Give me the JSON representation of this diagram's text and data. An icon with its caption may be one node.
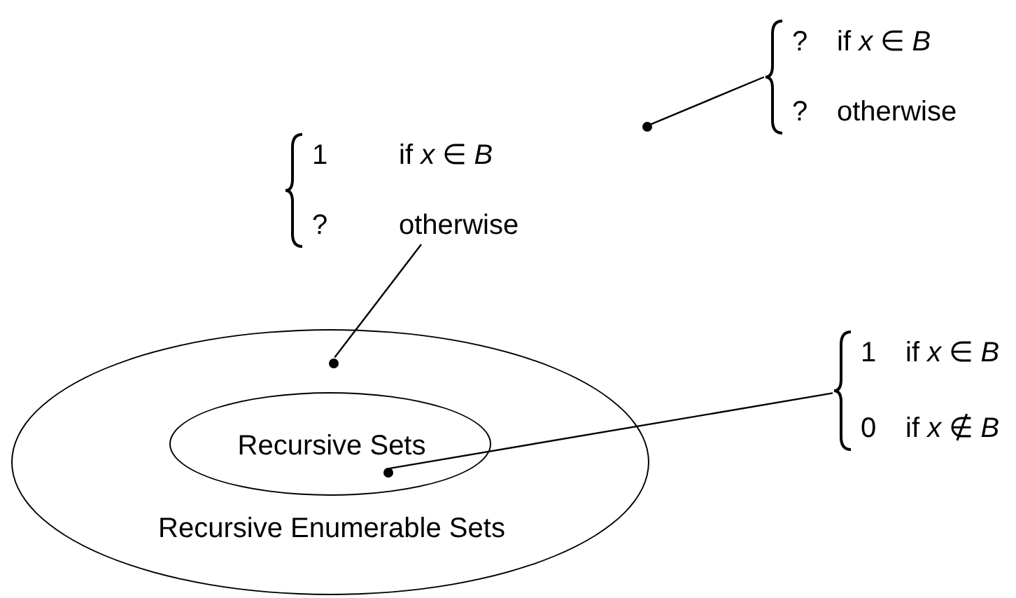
{
  "diagram": {
    "nodes": [
      {
        "text": [
          "?",
          "if *x* ∈ *B*",
          "?",
          "otherwise"
        ]
      },
      {
        "text": [],
        "shape": "circle"
      },
      {
        "text": [
          "1",
          "if *x* ∈ *B*",
          "?",
          "otherwise"
        ]
      },
      {
        "text": [
          "Recursive Enumerable Sets"
        ]
      },
      {
        "text": [],
        "shape": "circle",
        "in": 3
      },
      {
        "text": [
          "Recursive Sets"
        ],
        "in": 3
      },
      {
        "text": [],
        "shape": "circle",
        "in": 5
      },
      {
        "text": [
          "1",
          "if *x* ∈ *B*",
          "0",
          "if *x* ∉ *B*"
        ]
      }
    ],
    "edges": [
      {
        "from": 0,
        "to": 1,
        "arrow": "none"
      },
      {
        "from": 2,
        "to": 4,
        "arrow": "none"
      },
      {
        "from": 7,
        "to": 6,
        "arrow": "none"
      }
    ]
  }
}
